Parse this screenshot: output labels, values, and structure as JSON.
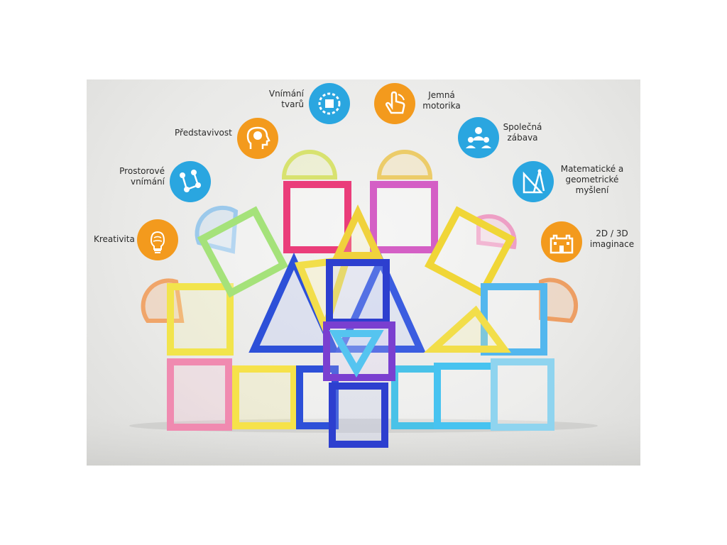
{
  "colors": {
    "orange": "#f39a1d",
    "blue": "#2aa6e0"
  },
  "features": [
    {
      "id": "kreativita",
      "lines": [
        "Kreativita"
      ],
      "icon": "brain-bulb-icon",
      "color": "#f39a1d"
    },
    {
      "id": "prostorove",
      "lines": [
        "Prostorové",
        "vnímání"
      ],
      "icon": "molecule-nodes-icon",
      "color": "#2aa6e0"
    },
    {
      "id": "predstavivost",
      "lines": [
        "Představivost"
      ],
      "icon": "head-brain-icon",
      "color": "#f39a1d"
    },
    {
      "id": "vnimani",
      "lines": [
        "Vnímání",
        "tvarů"
      ],
      "icon": "shapes-ring-icon",
      "color": "#2aa6e0"
    },
    {
      "id": "jemna",
      "lines": [
        "Jemná",
        "motorika"
      ],
      "icon": "hand-touch-icon",
      "color": "#f39a1d"
    },
    {
      "id": "spolecna",
      "lines": [
        "Společná",
        "zábava"
      ],
      "icon": "group-people-icon",
      "color": "#2aa6e0"
    },
    {
      "id": "matematicke",
      "lines": [
        "Matematické a",
        "geometrické",
        "myšlení"
      ],
      "icon": "compass-ruler-icon",
      "color": "#2aa6e0"
    },
    {
      "id": "imaginace",
      "lines": [
        "2D / 3D",
        "imaginace"
      ],
      "icon": "castle-building-icon",
      "color": "#f39a1d"
    }
  ]
}
